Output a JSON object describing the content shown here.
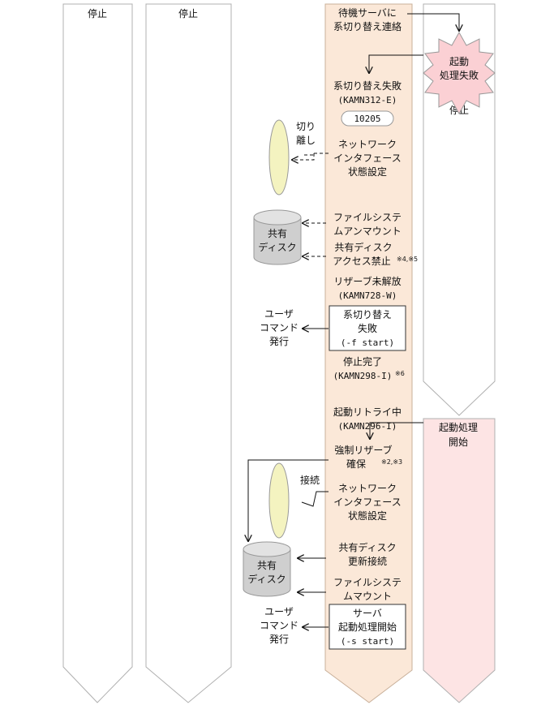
{
  "columns": {
    "col1_label": "停止",
    "col2_label": "停止",
    "col4_label": "停止"
  },
  "colors": {
    "main_column": "#fbe8d8",
    "start_column": "#fde4e4",
    "burst": "#fbd0d4",
    "nic": "#f4f3c0",
    "disk": "#cfcfcf",
    "stroke": "#999999",
    "line": "#111111"
  },
  "flow": {
    "notify": [
      "待機サーバに",
      "系切り替え連絡"
    ],
    "failed": "系切り替え失敗",
    "failed_code": "(KAMN312-E)",
    "failed_badge": "10205",
    "nic_set_1": [
      "ネットワーク",
      "インタフェース",
      "状態設定"
    ],
    "unmount": [
      "ファイルシステ",
      "ムアンマウント"
    ],
    "access_block": [
      "共有ディスク",
      "アクセス禁止"
    ],
    "access_block_note": "※4,※5",
    "reserve_unreleased": "リザーブ未解放",
    "reserve_code": "(KAMN728-W)",
    "cmd_box_1": [
      "系切り替え",
      "失敗",
      "(-f start)"
    ],
    "stop_done": "停止完了",
    "stop_done_code": "(KAMN298-I)",
    "stop_done_note": "※6",
    "retry": "起動リトライ中",
    "retry_code": "(KAMN296-I)",
    "force_reserve": [
      "強制リザーブ",
      "確保"
    ],
    "force_reserve_note": "※2,※3",
    "nic_set_2": [
      "ネットワーク",
      "インタフェース",
      "状態設定"
    ],
    "disk_update": [
      "共有ディスク",
      "更新接続"
    ],
    "mount": [
      "ファイルシステ",
      "ムマウント"
    ],
    "cmd_box_2": [
      "サーバ",
      "起動処理開始",
      "(-s start)"
    ]
  },
  "burst_label": [
    "起動",
    "処理失敗"
  ],
  "start_label": [
    "起動処理",
    "開始"
  ],
  "left": {
    "detach": [
      "切り",
      "離し"
    ],
    "disk1": [
      "共有",
      "ディスク"
    ],
    "user_cmd_1": [
      "ユーザ",
      "コマンド",
      "発行"
    ],
    "connect": "接続",
    "disk2": [
      "共有",
      "ディスク"
    ],
    "user_cmd_2": [
      "ユーザ",
      "コマンド",
      "発行"
    ]
  }
}
